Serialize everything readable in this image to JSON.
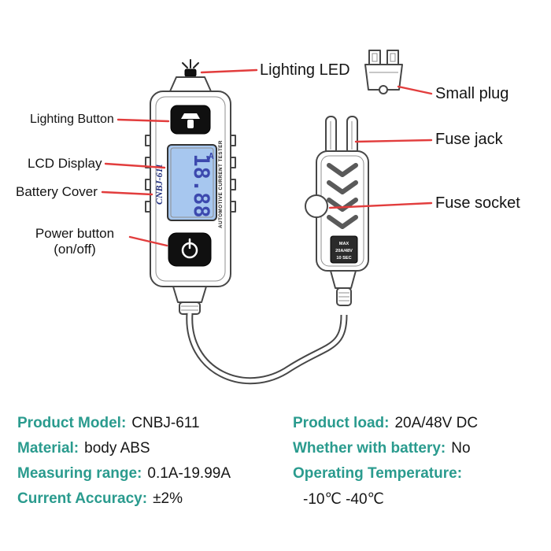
{
  "colors": {
    "annotation": "#e23d3d",
    "spec_label": "#2a9b8e",
    "ink": "#141414",
    "line_art": "#474747",
    "lcd_bg": "#a7c7ef",
    "lcd_digit": "#3c49ae"
  },
  "diagram": {
    "labels": {
      "lighting_led": "Lighting LED",
      "small_plug": "Small plug",
      "lighting_button": "Lighting Button",
      "fuse_jack": "Fuse jack",
      "lcd_display": "LCD Display",
      "battery_cover": "Battery Cover",
      "fuse_socket": "Fuse socket",
      "power_button": "Power button",
      "power_button_sub": "(on/off)"
    },
    "device": {
      "brand": "CNBJ-611",
      "panel_text": "AUTOMOTIVE CURRENT TESTER",
      "lcd_value": "18.88",
      "lcd_unit": "A",
      "socket_warning": [
        "MAX",
        "20A/48V",
        "10 SEC"
      ]
    }
  },
  "specs": {
    "left": [
      {
        "label": "Product Model:",
        "value": "CNBJ-611"
      },
      {
        "label": "Material:",
        "value": "body ABS"
      },
      {
        "label": "Measuring range:",
        "value": "0.1A-19.99A"
      },
      {
        "label": "Current Accuracy:",
        "value": "±2%"
      }
    ],
    "right": [
      {
        "label": "Product load:",
        "value": "20A/48V DC"
      },
      {
        "label": "Whether with battery:",
        "value": "No"
      },
      {
        "label": "Operating Temperature:",
        "value": ""
      },
      {
        "label": "",
        "value": "-10℃ -40℃"
      }
    ]
  }
}
